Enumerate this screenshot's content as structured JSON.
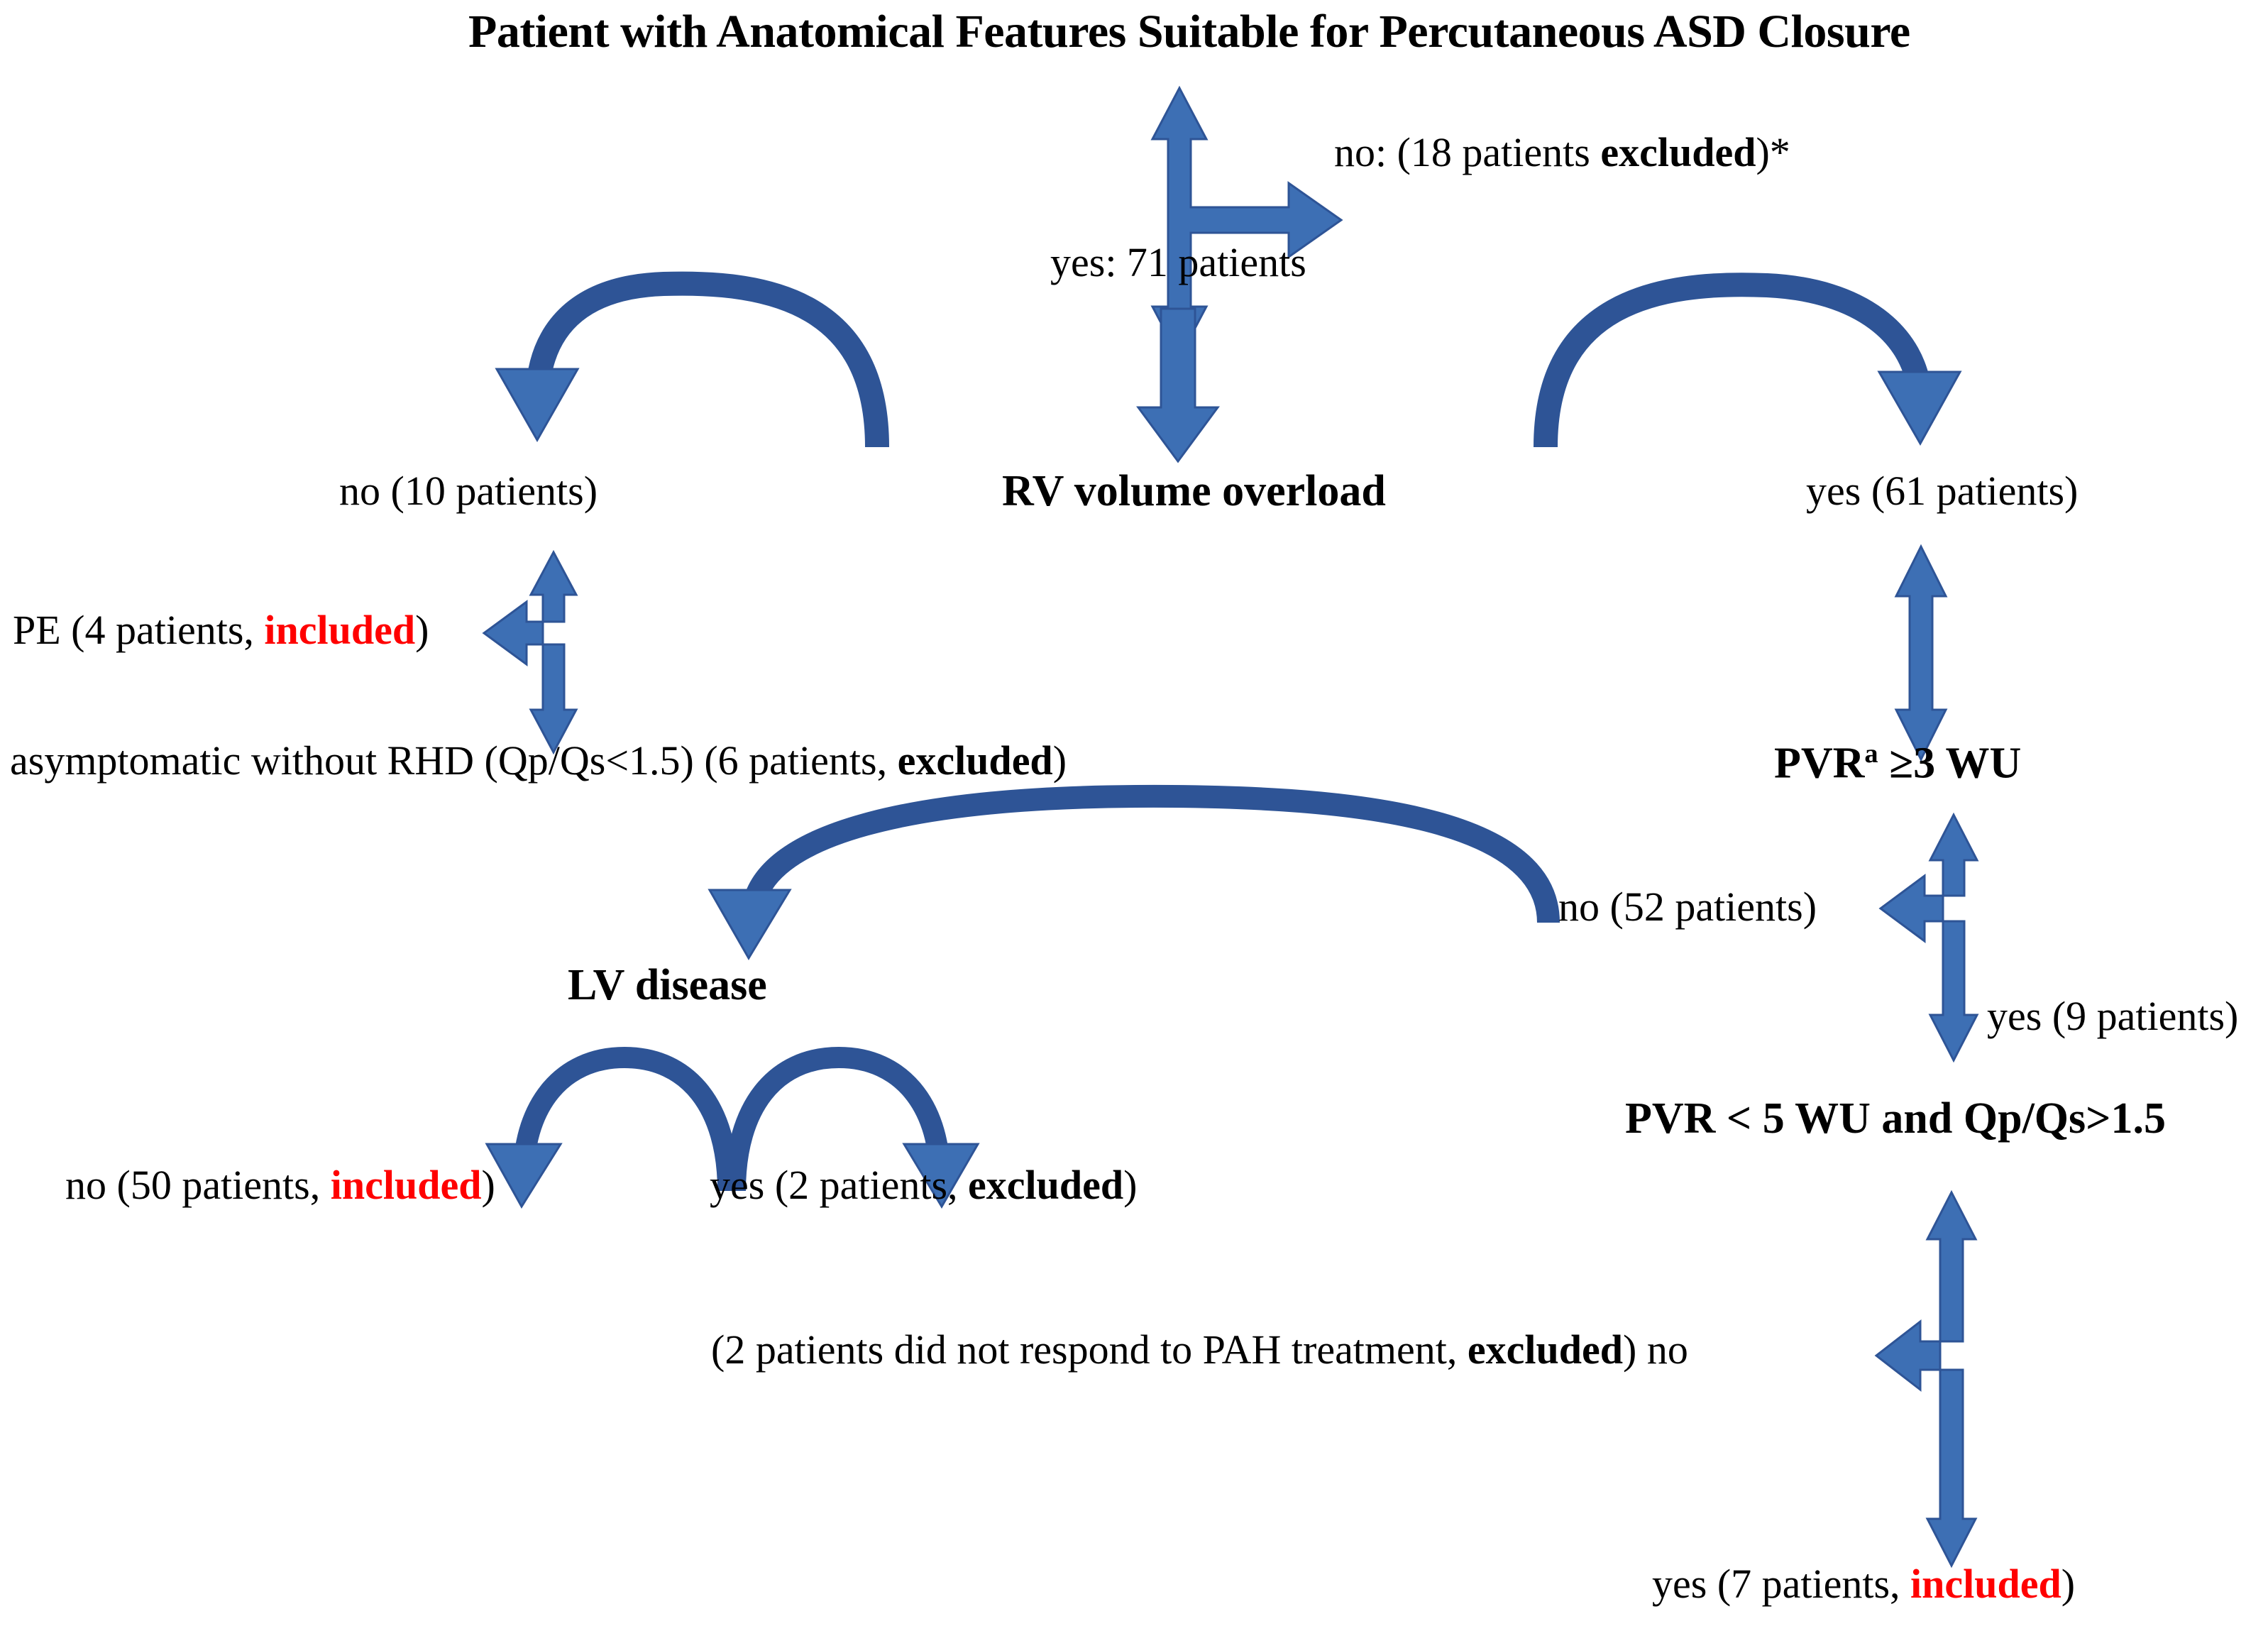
{
  "diagram": {
    "title": "Patient with Anatomical Features Suitable for Percutaneous ASD Closure",
    "accent_color": "#3D6FB4",
    "arc_color": "#2E5496",
    "included_color": "#FF0000",
    "nodes": {
      "root": "Patient with Anatomical Features Suitable for Percutaneous ASD Closure",
      "rv_overload": "RV volume overload",
      "pvr_3wu_pre": "PVR",
      "pvr_3wu_sup": "a",
      "pvr_3wu_post": " ≥3 WU",
      "lv_disease": "LV disease",
      "pvr_5wu": "PVR < 5 WU and Qp/Qs>1.5"
    },
    "labels": {
      "excluded_18_pre": "no: (18 patients ",
      "excluded_18_bold": "excluded",
      "excluded_18_post": ")*",
      "yes_71": "yes: 71 patients",
      "no_10": "no (10 patients)",
      "yes_61": "yes (61 patients)",
      "pe_4_pre": "PE (4 patients, ",
      "pe_4_red": "included",
      "pe_4_post": ")",
      "asymp_pre": "asymptomatic without RHD (Qp/Qs<1.5) (6 patients, ",
      "asymp_bold": "excluded",
      "asymp_post": ")",
      "no_52": "no (52 patients)",
      "yes_9": "yes (9 patients)",
      "no_50_pre": "no (50 patients, ",
      "no_50_red": "included",
      "no_50_post": ")",
      "yes_2_pre": "yes (2 patients, ",
      "yes_2_bold": "excluded",
      "yes_2_post": ")",
      "pah_pre": "(2 patients did not respond to PAH treatment, ",
      "pah_bold": "excluded",
      "pah_post": ") no",
      "yes_7_pre": "yes (7 patients, ",
      "yes_7_red": "included",
      "yes_7_post": ")"
    },
    "counts": {
      "total_suitable": 71,
      "excluded_anatomy": 18,
      "rv_overload_no": 10,
      "rv_overload_yes": 61,
      "pe_included": 4,
      "asymptomatic_excluded": 6,
      "pvr_ge3_no": 52,
      "pvr_ge3_yes": 9,
      "lv_disease_no_included": 50,
      "lv_disease_yes_excluded": 2,
      "pah_no_excluded": 2,
      "pah_yes_included": 7
    }
  }
}
